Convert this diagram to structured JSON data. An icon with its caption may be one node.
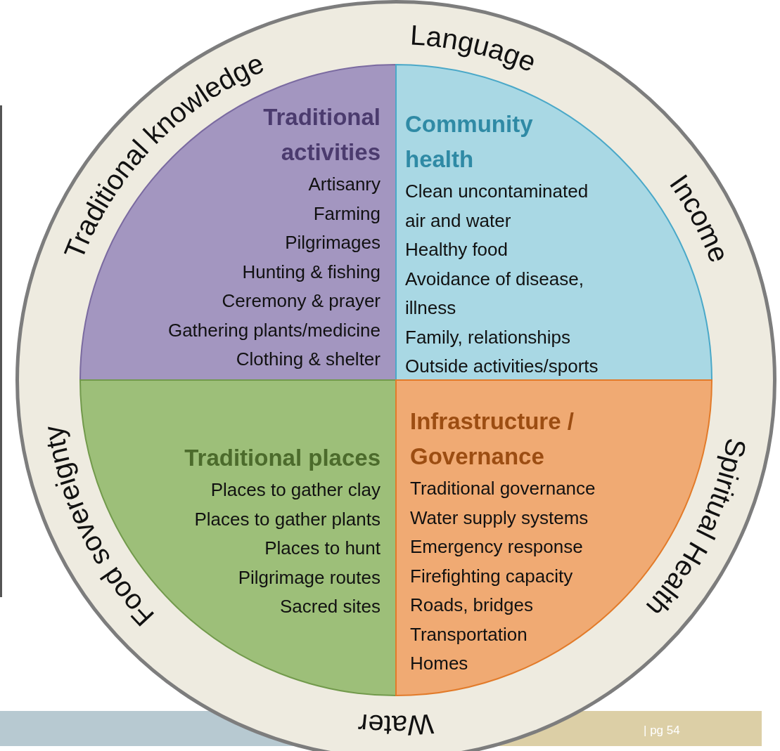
{
  "diagram": {
    "nodes": [
      {
        "text": [
          "Traditional knowledge",
          "Language",
          "Income",
          "Spiritual Health",
          "Water",
          "Food sovereignty"
        ]
      },
      {
        "text": [
          "Traditional activities",
          "Artisanry",
          "Farming",
          "Pilgrimages",
          "Hunting & fishing",
          "Ceremony & prayer",
          "Gathering plants/medicine",
          "Clothing & shelter"
        ],
        "in": 0
      },
      {
        "text": [
          "Community health",
          "Clean uncontaminated air and water",
          "Healthy food",
          "Avoidance of disease, illness",
          "Family, relationships",
          "Outside activities/sports"
        ],
        "in": 0
      },
      {
        "text": [
          "Traditional places",
          "Places to gather clay",
          "Places to gather plants",
          "Places to hunt",
          "Pilgrimage routes",
          "Sacred sites"
        ],
        "in": 0
      },
      {
        "text": [
          "Infrastructure / Governance",
          "Traditional governance",
          "Water supply systems",
          "Emergency response",
          "Firefighting capacity",
          "Roads, bridges",
          "Transportation",
          "Homes"
        ],
        "in": 0
      }
    ],
    "labels": [
      "| pg 54"
    ]
  }
}
